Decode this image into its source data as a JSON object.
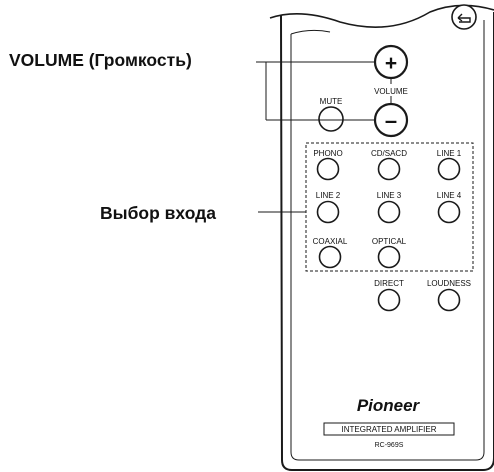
{
  "callouts": {
    "volume": "VOLUME  (Громкость)",
    "input_select": "Выбор входа"
  },
  "remote": {
    "volume_plus_symbol": "+",
    "volume_minus_symbol": "–",
    "volume_label": "VOLUME",
    "mute_label": "MUTE",
    "input_buttons": [
      {
        "label": "PHONO"
      },
      {
        "label": "CD/SACD"
      },
      {
        "label": "LINE 1"
      },
      {
        "label": "LINE 2"
      },
      {
        "label": "LINE 3"
      },
      {
        "label": "LINE 4"
      },
      {
        "label": "COAXIAL"
      },
      {
        "label": "OPTICAL"
      }
    ],
    "direct_label": "DIRECT",
    "loudness_label": "LOUDNESS",
    "brand": "Pioneer",
    "product_name": "INTEGRATED AMPLIFIER",
    "model": "RC-969S",
    "top_button_icon": "return-icon"
  },
  "colors": {
    "line": "#1a1a1a",
    "text": "#111111",
    "background": "#ffffff"
  }
}
